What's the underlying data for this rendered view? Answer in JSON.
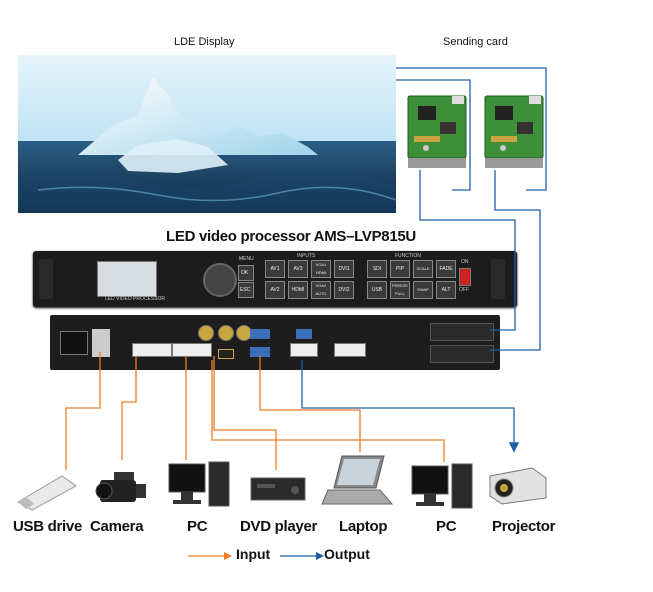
{
  "display": {
    "title": "LDE  Display"
  },
  "sending_card": {
    "title": "Sending card"
  },
  "processor": {
    "title": "LED video processor AMS–LVP815U",
    "front_panel_label": "LED VIDEO PROCESSOR",
    "buttons": [
      "MENU",
      "OK",
      "ESC",
      "INPUTS",
      "AV1",
      "AV3",
      "VGA1 HDMI",
      "DVI1",
      "AV2",
      "HDMI",
      "VGA2 AUTO",
      "DVI2",
      "FUNCTION",
      "SDI",
      "PIP",
      "SCALE",
      "FADE",
      "USB",
      "FREEZE FULL",
      "SWAP",
      "ALT"
    ],
    "switch_on": "ON",
    "switch_off": "OFF"
  },
  "devices": [
    {
      "name": "USB drive"
    },
    {
      "name": "Camera"
    },
    {
      "name": "PC"
    },
    {
      "name": "DVD player"
    },
    {
      "name": "Laptop"
    },
    {
      "name": "PC"
    },
    {
      "name": "Projector"
    }
  ],
  "legend": {
    "input": {
      "label": "Input",
      "color": "#f07c24"
    },
    "output": {
      "label": "Output",
      "color": "#1f5fa8"
    }
  }
}
